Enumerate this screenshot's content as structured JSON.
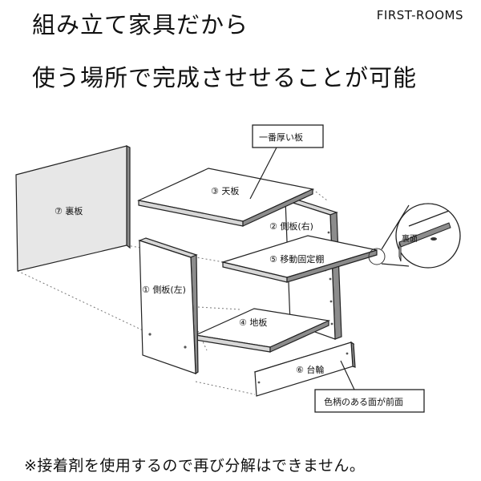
{
  "header": {
    "line1": "組み立て家具だから",
    "line2": "使う場所で完成させせることが可能",
    "brand": "FIRST-ROOMS"
  },
  "parts": {
    "back_panel": "⑦ 裏板",
    "top_panel": "③ 天板",
    "right_side": "② 側板(右)",
    "left_side": "① 側板(左)",
    "shelf": "⑤ 移動固定棚",
    "bottom_panel": "④ 地板",
    "plinth": "⑥ 台輪"
  },
  "callouts": {
    "thickest": "一番厚い板",
    "front_face": "色柄のある面が前面",
    "detail_back": "裏面"
  },
  "footnote": "※接着剤を使用するので再び分解はできません。"
}
